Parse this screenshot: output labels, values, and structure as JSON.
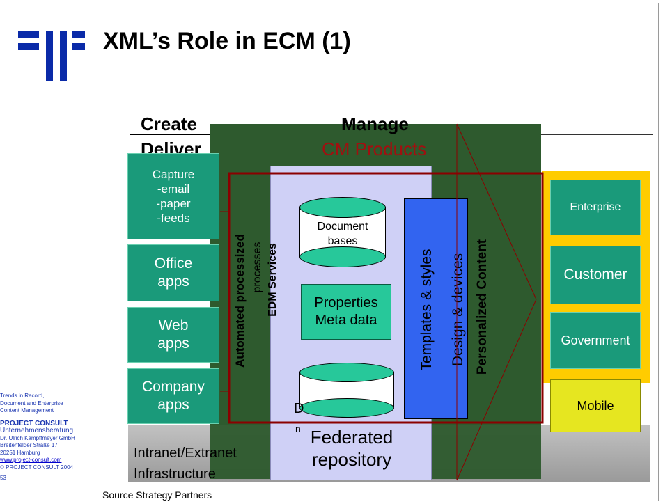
{
  "title": "XML’s Role in ECM  (1)",
  "header": {
    "create": "Create",
    "deliver": "Deliver",
    "manage": "Manage",
    "cm_products": "CM Products"
  },
  "left_boxes": {
    "capture": [
      "Capture",
      "-email",
      "-paper",
      "-feeds"
    ],
    "office": [
      "Office",
      "apps"
    ],
    "web": [
      "Web",
      "apps"
    ],
    "company": [
      "Company",
      "apps"
    ]
  },
  "right_boxes": {
    "enterprise": "Enterprise",
    "customer": "Customer",
    "government": "Government",
    "mobile": "Mobile"
  },
  "center": {
    "automated": "Automated processized",
    "processes": "processes",
    "edm_services": "EDM Services",
    "document_bases": [
      "Document",
      "bases"
    ],
    "properties": [
      "Properties",
      "Meta data"
    ],
    "d_fragment": "D",
    "n_fragment": "n",
    "federated": [
      "Federated",
      "repository"
    ],
    "templates": "Templates & styles",
    "design": "Design & devices",
    "personalized": "Personalized Content"
  },
  "infrastructure": [
    "Intranet/Extranet",
    "Infrastructure"
  ],
  "source": "Source Strategy Partners",
  "sidebar": {
    "line1": "Trends in Record,",
    "line2": "Document and Enterprise",
    "line3": "Content Management",
    "company": "PROJECT  CONSULT",
    "sub": "Unternehmensberatung",
    "person": "Dr. Ulrich Kampffmeyer GmbH",
    "street": "Breitenfelder Straße 17",
    "city": "20251 Hamburg",
    "url": "www.project-consult.com",
    "copyright": "© PROJECT CONSULT 2004",
    "page": "53"
  },
  "colors": {
    "dark_green": "#2e5a2e",
    "teal": "#1a9a7a",
    "lavender": "#cfd0f6",
    "blue_panel": "#3264f0",
    "yellow": "#ffcc00",
    "mobile": "#e6e620",
    "red_frame": "#8b0000",
    "logo_blue": "#0a2aa8"
  }
}
